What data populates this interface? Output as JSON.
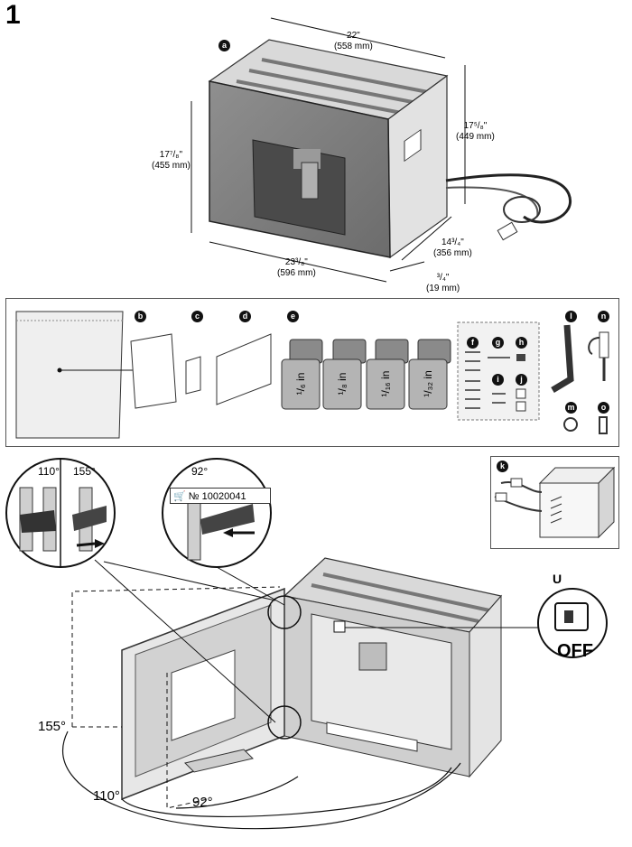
{
  "step_number": "1",
  "dimensions": {
    "width": {
      "in": "22\"",
      "mm": "(558 mm)"
    },
    "height": {
      "in": "17⁵/₈\"",
      "mm": "(449 mm)"
    },
    "front_height": {
      "in": "17⁷/₈\"",
      "mm": "(455 mm)"
    },
    "front_width": {
      "in": "23³/₈\"",
      "mm": "(596 mm)"
    },
    "depth": {
      "in": "14³/₄\"",
      "mm": "(356 mm)"
    },
    "front_depth": {
      "in": "³/₄\"",
      "mm": "(19 mm)"
    }
  },
  "labels": {
    "a": "a",
    "b": "b",
    "c": "c",
    "d": "d",
    "e": "e",
    "f": "f",
    "g": "g",
    "h": "h",
    "i": "i",
    "j": "j",
    "k": "k",
    "l": "l",
    "m": "m",
    "n": "n",
    "o": "o",
    "u": "U"
  },
  "spacers": [
    "¹/₆ in",
    "¹/₈ in",
    "¹/₁₆ in",
    "¹/₃₂ in"
  ],
  "hinge_angles": {
    "a110": "110°",
    "a155": "155°",
    "a92": "92°"
  },
  "part_number": "№ 10020041",
  "switch_state": "OFF",
  "door_angles": {
    "a155": "155°",
    "a110": "110°",
    "a92": "92°"
  }
}
